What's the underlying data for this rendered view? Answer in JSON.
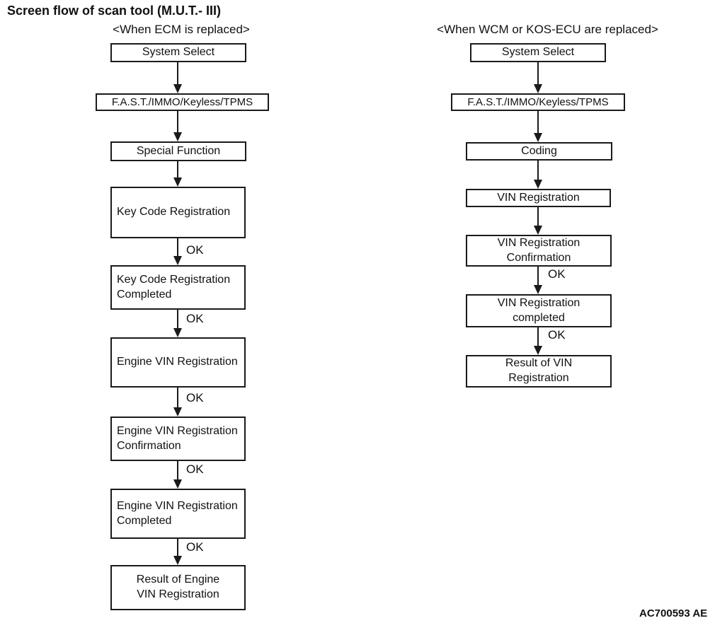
{
  "title": "Screen flow of scan tool (M.U.T.- III)",
  "ok_label": "OK",
  "footer": {
    "code": "AC700593 AE"
  },
  "colors": {
    "ink": "#1a1a1a",
    "paper": "#ffffff"
  },
  "left": {
    "heading": "<When ECM is replaced>",
    "nodes": [
      {
        "label": "System Select"
      },
      {
        "label": "F.A.S.T./IMMO/Keyless/TPMS"
      },
      {
        "label": "Special Function"
      },
      {
        "label": "Key Code Registration"
      },
      {
        "label": "Key Code Registration\nCompleted"
      },
      {
        "label": "Engine VIN Registration"
      },
      {
        "label": "Engine VIN Registration\nConfirmation"
      },
      {
        "label": "Engine VIN Registration\nCompleted"
      },
      {
        "label": "Result of Engine\nVIN Registration"
      }
    ]
  },
  "right": {
    "heading": "<When WCM or KOS-ECU are replaced>",
    "nodes": [
      {
        "label": "System Select"
      },
      {
        "label": "F.A.S.T./IMMO/Keyless/TPMS"
      },
      {
        "label": "Coding"
      },
      {
        "label": "VIN Registration"
      },
      {
        "label": "VIN Registration\nConfirmation"
      },
      {
        "label": "VIN Registration\ncompleted"
      },
      {
        "label": "Result of VIN\nRegistration"
      }
    ]
  }
}
